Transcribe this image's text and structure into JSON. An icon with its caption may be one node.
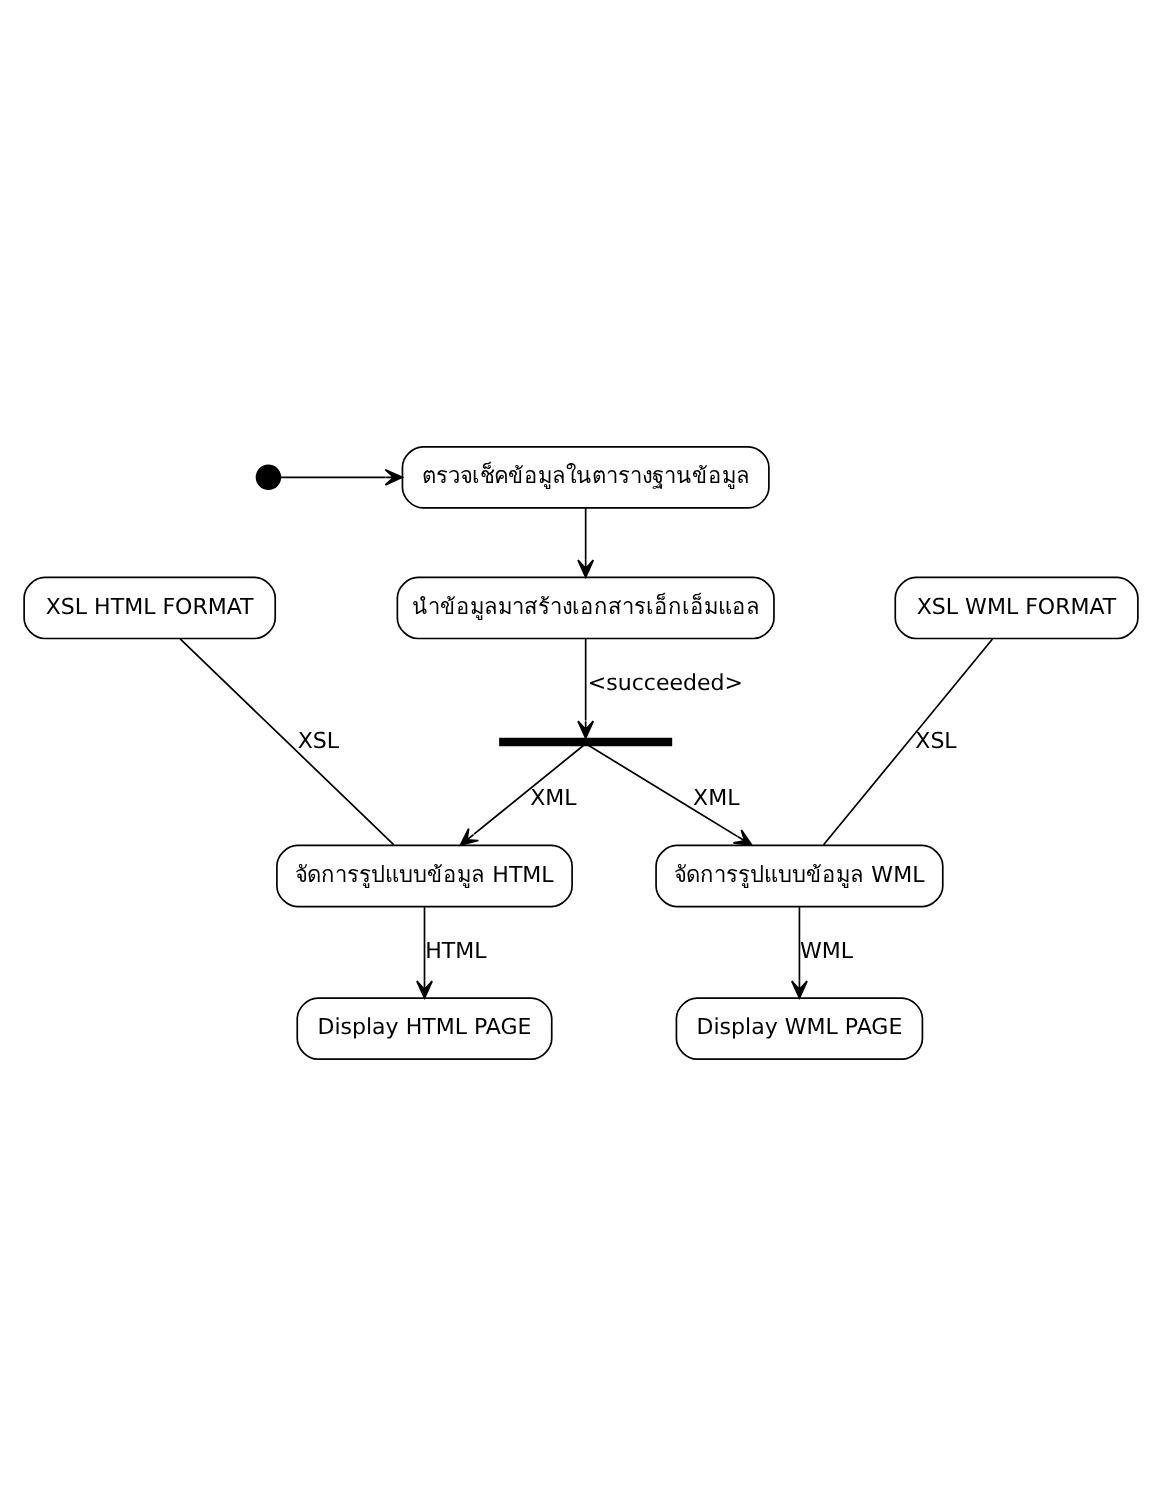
{
  "diagram": {
    "nodes": [
      {
        "text": [],
        "shape": "circle"
      },
      {
        "text": [
          "ตรวจเช็คข้อมูลในตารางฐานข้อมูล"
        ]
      },
      {
        "text": [
          "นำข้อมูลมาสร้างเอกสารเอ็กเอ็มแอล"
        ]
      },
      {
        "text": [
          "XSL HTML FORMAT"
        ]
      },
      {
        "text": [
          "XSL WML FORMAT"
        ]
      },
      {
        "text": [],
        "shape": "bar"
      },
      {
        "text": [
          "จัดการรูปแบบข้อมูล HTML"
        ]
      },
      {
        "text": [
          "จัดการรูปแบบข้อมูล WML"
        ]
      },
      {
        "text": [
          "Display HTML PAGE"
        ]
      },
      {
        "text": [
          "Display WML PAGE"
        ]
      }
    ],
    "edges": [
      {
        "from": 0,
        "to": 1,
        "arrow": "to"
      },
      {
        "from": 1,
        "to": 2,
        "arrow": "to"
      },
      {
        "from": 2,
        "to": 5,
        "arrow": "to",
        "label": "<succeeded>"
      },
      {
        "from": 5,
        "to": 6,
        "arrow": "to",
        "label": "XML"
      },
      {
        "from": 5,
        "to": 7,
        "arrow": "to",
        "label": "XML"
      },
      {
        "from": 3,
        "to": 6,
        "arrow": "none",
        "label": "XSL"
      },
      {
        "from": 4,
        "to": 7,
        "arrow": "none",
        "label": "XSL"
      },
      {
        "from": 6,
        "to": 8,
        "arrow": "to",
        "label": "HTML"
      },
      {
        "from": 7,
        "to": 9,
        "arrow": "to",
        "label": "WML"
      }
    ]
  }
}
